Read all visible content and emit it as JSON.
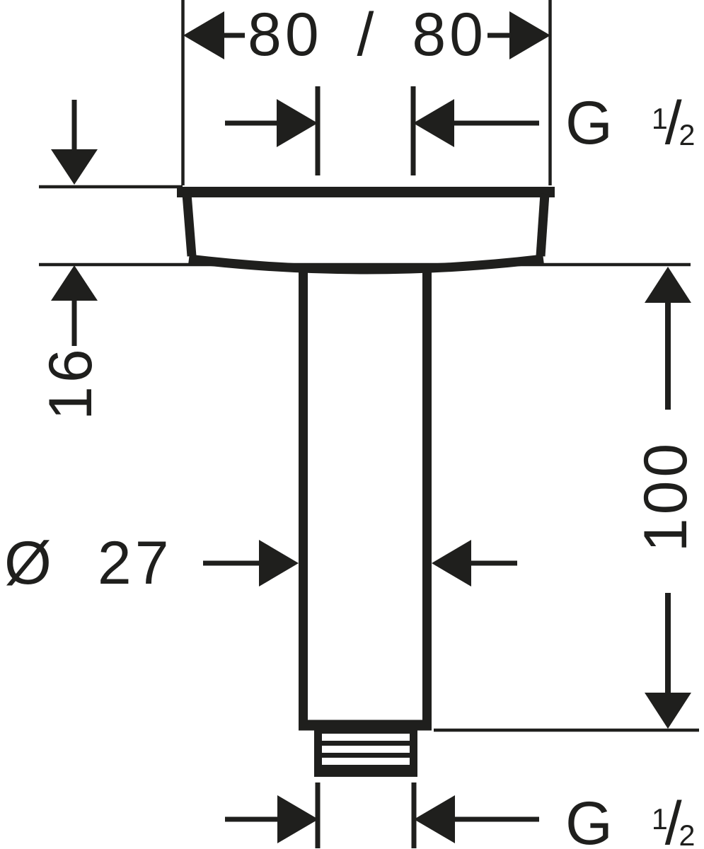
{
  "colors": {
    "ink": "#1f1f1d",
    "background": "#ffffff"
  },
  "labels": {
    "width_dim": "80 / 80",
    "plate_thickness_dim": "16",
    "pipe_length_dim": "100",
    "diameter_symbol": "Ø",
    "diameter_value": "27",
    "thread_top": {
      "prefix": "G",
      "numerator": "1",
      "slash": "/",
      "denominator": "2"
    },
    "thread_bottom": {
      "prefix": "G",
      "numerator": "1",
      "slash": "/",
      "denominator": "2"
    }
  }
}
